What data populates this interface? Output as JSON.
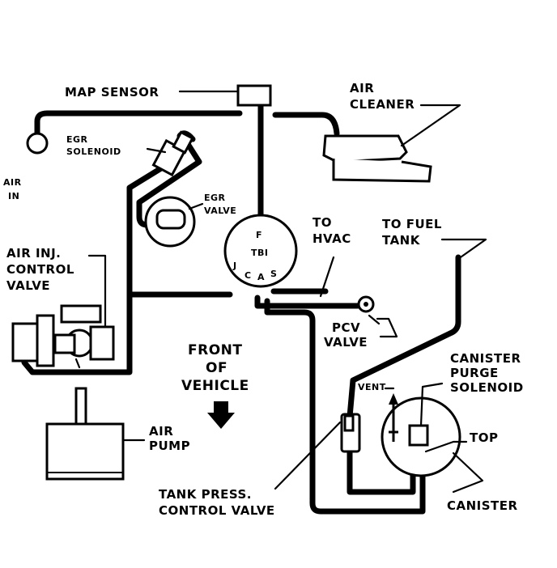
{
  "labels": {
    "map_sensor": "MAP SENSOR",
    "air_cleaner": [
      "AIR",
      "CLEANER"
    ],
    "egr_solenoid": [
      "EGR",
      "SOLENOID"
    ],
    "air_in": [
      "AIR",
      "IN"
    ],
    "egr_valve": [
      "EGR",
      "VALVE"
    ],
    "to_hvac": [
      "TO",
      "HVAC"
    ],
    "to_fuel_tank": [
      "TO FUEL",
      "TANK"
    ],
    "air_inj_control_valve": [
      "AIR INJ.",
      "CONTROL",
      "VALVE"
    ],
    "pcv_valve": [
      "PCV",
      "VALVE"
    ],
    "front_of_vehicle": [
      "FRONT",
      "OF",
      "VEHICLE"
    ],
    "canister_purge_solenoid": [
      "CANISTER",
      "PURGE",
      "SOLENOID"
    ],
    "vent": "VENT",
    "top": "TOP",
    "air_pump": [
      "AIR",
      "PUMP"
    ],
    "tank_press_control_valve": [
      "TANK PRESS.",
      "CONTROL VALVE"
    ],
    "canister": "CANISTER",
    "tbi": {
      "f": "F",
      "tbi": "TBI",
      "j": "J",
      "c": "C",
      "a": "A",
      "s": "S"
    }
  },
  "colors": {
    "ink": "#000000",
    "paper": "#ffffff"
  }
}
